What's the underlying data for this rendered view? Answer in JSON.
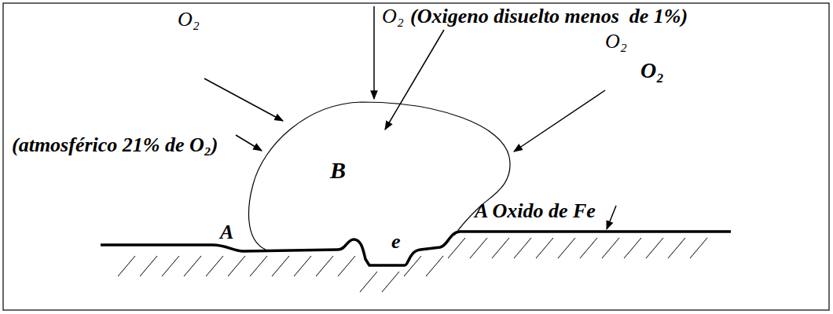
{
  "diagram": {
    "nodes": [
      {
        "text": [
          "B"
        ]
      }
    ],
    "labels": [
      "O₂",
      "O₂",
      "(Oxigeno disuelto menos  de 1%)",
      "O₂",
      "O₂",
      "(atmosférico 21% de O₂)",
      "A",
      "A Oxido de Fe",
      "e"
    ]
  }
}
